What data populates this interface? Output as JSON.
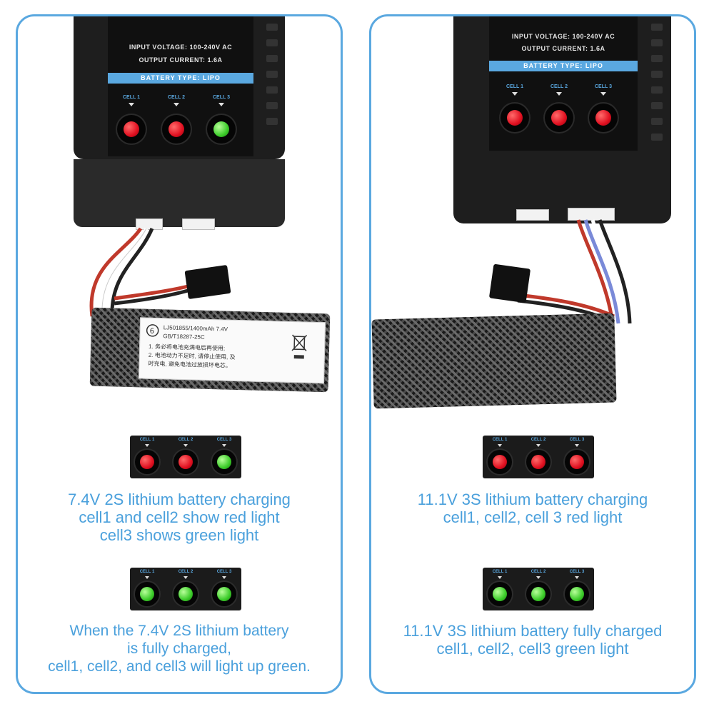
{
  "colors": {
    "accent": "#5aa8e0",
    "caption": "#4aa0dc",
    "led_red": "#e01020",
    "led_green": "#3ccc2a"
  },
  "charger": {
    "input_voltage": "INPUT VOLTAGE: 100-240V AC",
    "output_current": "OUTPUT CURRENT: 1.6A",
    "battery_type": "BATTERY TYPE: LIPO",
    "cell_labels": [
      "CELL 1",
      "CELL 2",
      "CELL 3"
    ]
  },
  "battery_label": {
    "model": "LJ501855/1400mAh 7.4V",
    "standard": "GB/T18287-25C",
    "warning_1": "1. 务必将电池充满电后再使用;",
    "warning_2": "2. 电池动力不足时, 请停止使用, 及",
    "warning_3": "时充电, 避免电池过放损坏电芯。"
  },
  "panels": [
    {
      "charger_leds": [
        "red",
        "red",
        "green"
      ],
      "charging": {
        "leds": [
          "red",
          "red",
          "green"
        ],
        "caption": [
          "7.4V 2S lithium battery charging",
          "cell1 and cell2 show red light",
          "cell3 shows green light"
        ]
      },
      "charged": {
        "leds": [
          "green",
          "green",
          "green"
        ],
        "caption": [
          "When the 7.4V 2S lithium battery",
          "is fully charged,",
          "cell1, cell2, and cell3 will light up green."
        ]
      }
    },
    {
      "charger_leds": [
        "red",
        "red",
        "red"
      ],
      "charging": {
        "leds": [
          "red",
          "red",
          "red"
        ],
        "caption": [
          "11.1V 3S lithium battery charging",
          "cell1, cell2, cell 3 red light"
        ]
      },
      "charged": {
        "leds": [
          "green",
          "green",
          "green"
        ],
        "caption": [
          "11.1V 3S lithium battery fully charged",
          "cell1, cell2, cell3 green light"
        ]
      }
    }
  ]
}
